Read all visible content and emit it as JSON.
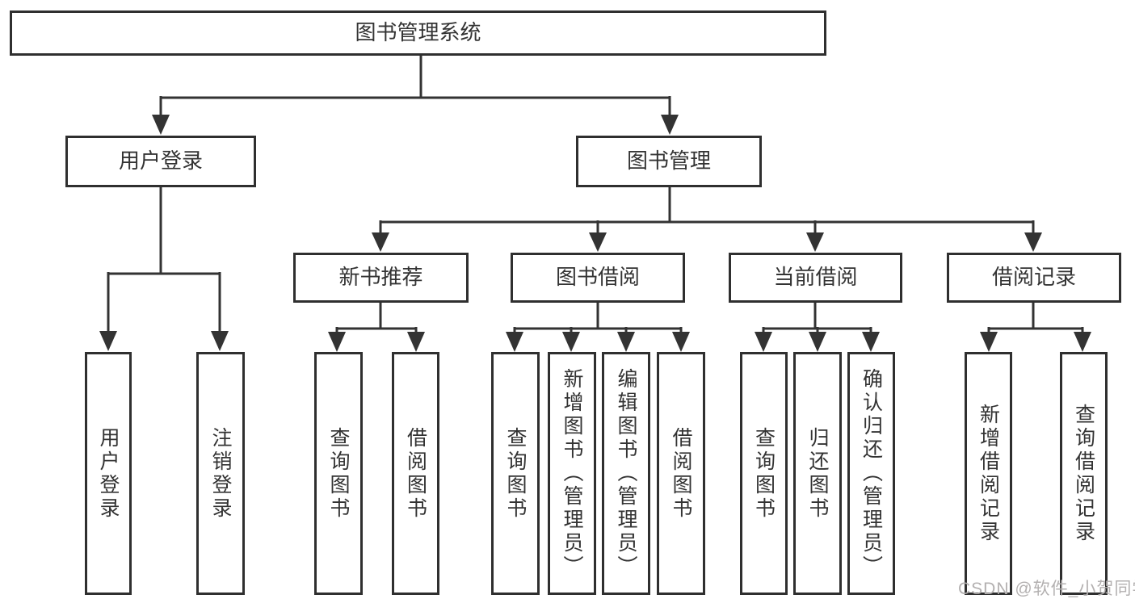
{
  "tree": {
    "root": {
      "label": "图书管理系统",
      "children": [
        {
          "label": "用户登录",
          "children": [
            {
              "label": "用户登录"
            },
            {
              "label": "注销登录"
            }
          ]
        },
        {
          "label": "图书管理",
          "children": [
            {
              "label": "新书推荐",
              "children": [
                {
                  "label": "查询图书"
                },
                {
                  "label": "借阅图书"
                }
              ]
            },
            {
              "label": "图书借阅",
              "children": [
                {
                  "label": "查询图书"
                },
                {
                  "label": "新增图书（管理员）"
                },
                {
                  "label": "编辑图书（管理员）"
                },
                {
                  "label": "借阅图书"
                }
              ]
            },
            {
              "label": "当前借阅",
              "children": [
                {
                  "label": "查询图书"
                },
                {
                  "label": "归还图书"
                },
                {
                  "label": "确认归还（管理员）"
                }
              ]
            },
            {
              "label": "借阅记录",
              "children": [
                {
                  "label": "新增借阅记录"
                },
                {
                  "label": "查询借阅记录"
                }
              ]
            }
          ]
        }
      ]
    }
  },
  "watermark": {
    "text": "CSDN @软件_小贺同学"
  },
  "colors": {
    "line": "#333333",
    "border": "#2f2f2f",
    "text": "#333333",
    "watermark": "#b3b0b0",
    "bg": "#ffffff"
  }
}
